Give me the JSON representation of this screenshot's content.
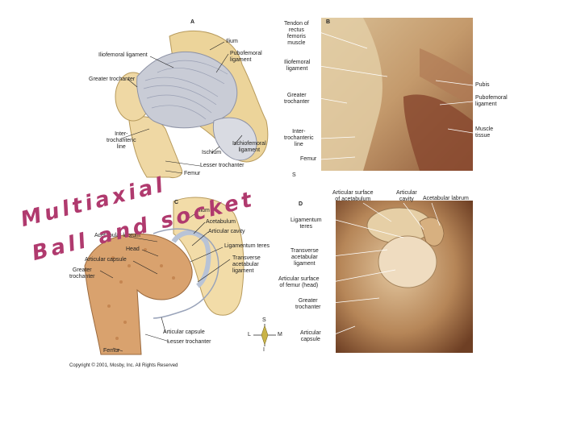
{
  "annotation": {
    "line1": "Multiaxial",
    "line2": "Ball and socket",
    "color": "#b03a6e"
  },
  "copyright": "Copyright © 2001, Mosby, Inc. All Rights Reserved",
  "panel_a": {
    "letter": "A",
    "labels": {
      "ilium": "Ilium",
      "iliofemoral": "Iliofemoral ligament",
      "pubofemoral": "Pubofemoral\nligament",
      "greater_trochanter": "Greater trochanter",
      "intertrochanteric": "Inter-\ntrochanteric\nline",
      "ischiofemoral": "Ischiofemoral\nligament",
      "ischium": "Ischium",
      "lesser_trochanter": "Lesser trochanter",
      "femur": "Femur"
    }
  },
  "panel_b": {
    "letter": "B",
    "labels": {
      "tendon": "Tendon of\nrectus\nfemoris\nmuscle",
      "iliofemoral": "Iliofemoral\nligament",
      "greater_trochanter": "Greater\ntrochanter",
      "intertrochanteric": "Inter-\ntrochanteric\nline",
      "femur": "Femur",
      "pubis": "Pubis",
      "pubofemoral": "Pubofemoral\nligament",
      "muscle": "Muscle\ntissue",
      "orient": "S"
    }
  },
  "panel_c": {
    "letter": "C",
    "labels": {
      "ilium": "Ilium",
      "acetabulum": "Acetabulum",
      "articular_cavity": "Articular cavity",
      "ligamentum_teres": "Ligamentum teres",
      "acetabular_labrum": "Acetabular labrum",
      "head": "Head",
      "articular_capsule": "Articular capsule",
      "greater_trochanter": "Greater\ntrochanter",
      "transverse": "Transverse\nacetabular\nligament",
      "articular_capsule_2": "Articular capsule",
      "lesser_trochanter": "Lesser trochanter",
      "femur": "Femur"
    },
    "compass": {
      "s": "S",
      "l": "L",
      "m": "M",
      "i": "I"
    }
  },
  "panel_d": {
    "letter": "D",
    "labels": {
      "articular_surface_acetabulum": "Articular surface\nof acetabulum",
      "articular_cavity": "Articular\ncavity",
      "acetabular_labrum": "Acetabular labrum",
      "ligamentum_teres": "Ligamentum\nteres",
      "transverse": "Transverse\nacetabular\nligament",
      "articular_surface_femur": "Articular surface\nof femur (head)",
      "greater_trochanter": "Greater\ntrochanter",
      "articular_capsule": "Articular\ncapsule"
    }
  }
}
